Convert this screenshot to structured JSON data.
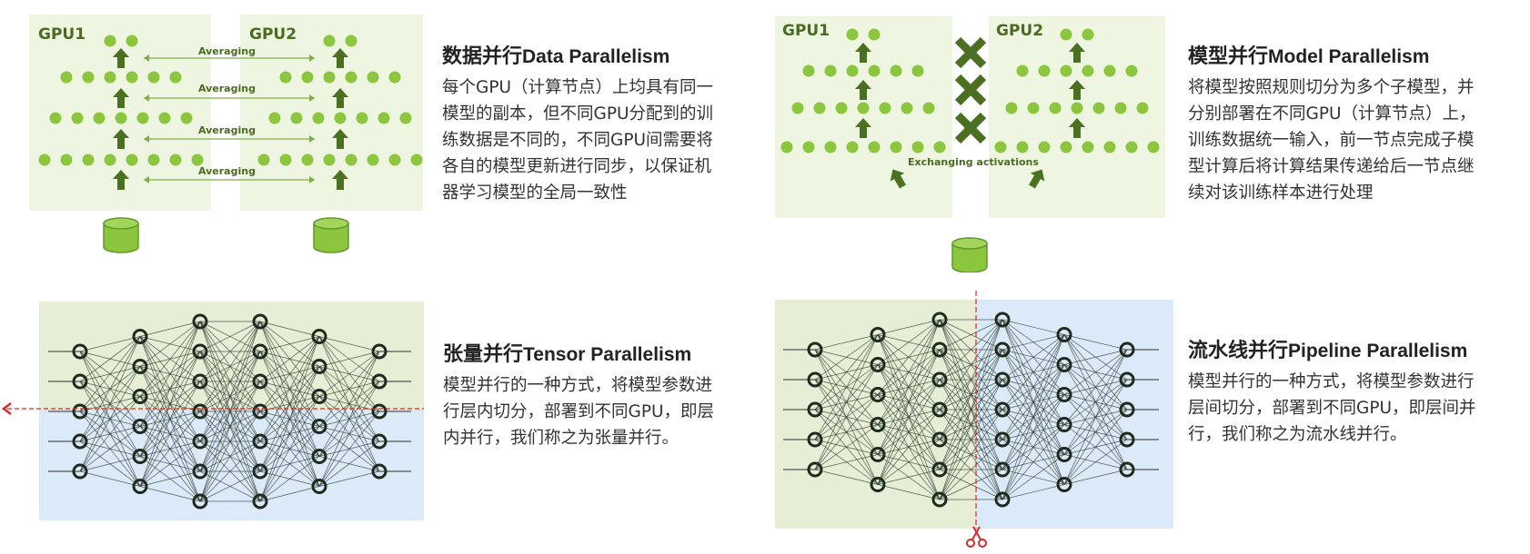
{
  "colors": {
    "dot": "#8cc63f",
    "arrow": "#4b7021",
    "panel_green": "#eef6e2",
    "net_green": "#e6efd6",
    "net_blue": "#dbeaf8",
    "node": "#1f2a1f",
    "cut": "#d42a2a"
  },
  "data_parallel": {
    "gpu1": "GPU1",
    "gpu2": "GPU2",
    "averaging": [
      "Averaging",
      "Averaging",
      "Averaging",
      "Averaging"
    ],
    "title_cn": "数据并行",
    "title_en": "Data Parallelism",
    "lines": [
      "每个GPU（计算节点）上均具有同一",
      "模型的副本，但不同GPU分配到的训",
      "练数据是不同的，不同GPU间需要将",
      "各自的模型更新进行同步，以保证机",
      "器学习模型的全局一致性"
    ],
    "row_dots": [
      2,
      6,
      7,
      8
    ]
  },
  "model_parallel": {
    "gpu1": "GPU1",
    "gpu2": "GPU2",
    "exchange": "Exchanging activations",
    "title_cn": "模型并行",
    "title_en": "Model Parallelism",
    "lines": [
      "将模型按照规则切分为多个子模型，并",
      "分别部署在不同GPU（计算节点）上，",
      "训练数据统一输入，前一节点完成子模",
      "型计算后将计算结果传递给后一节点继",
      "续对该训练样本进行处理"
    ],
    "row_dots": [
      2,
      6,
      7,
      8
    ]
  },
  "tensor_parallel": {
    "title_cn": "张量并行",
    "title_en": "Tensor Parallelism",
    "lines": [
      "模型并行的一种方式，将模型参数进",
      "行层内切分，部署到不同GPU，即层",
      "内并行，我们称之为张量并行。"
    ],
    "layers": [
      5,
      6,
      7,
      7,
      6,
      5
    ]
  },
  "pipeline_parallel": {
    "title_cn": "流水线并行",
    "title_en": "Pipeline Parallelism",
    "lines": [
      "模型并行的一种方式，将模型参数进行",
      "层间切分，部署到不同GPU，即层间并",
      "行，我们称之为流水线并行。"
    ],
    "layers": [
      5,
      6,
      7,
      7,
      6,
      5
    ]
  }
}
